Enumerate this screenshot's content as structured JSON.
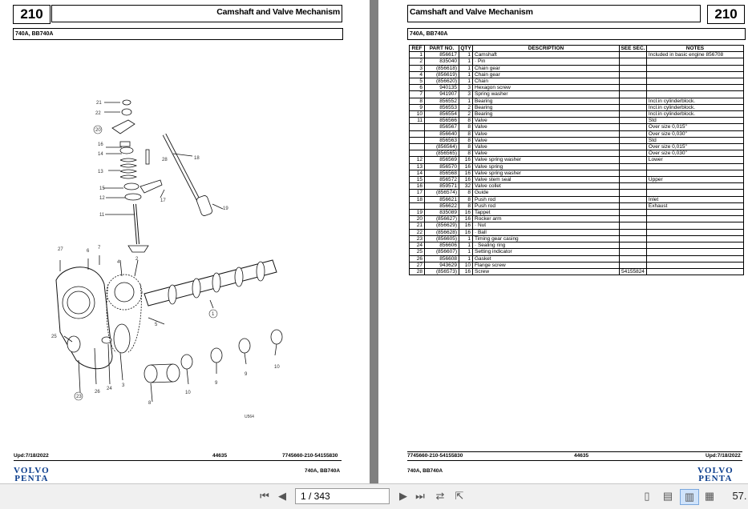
{
  "left_page": {
    "page_number": "210",
    "title": "Camshaft and Valve Mechanism",
    "model": "740A, BB740A",
    "footer_upd": "Upd:7/18/2022",
    "footer_num": "44635",
    "footer_code": "7745660-210-54155830",
    "footer_model": "740A, BB740A",
    "logo_line1": "VOLVO",
    "logo_line2": "PENTA",
    "diagram_code": "U564",
    "callouts": [
      "21",
      "22",
      "20",
      "16",
      "14",
      "28",
      "18",
      "13",
      "15",
      "17",
      "12",
      "11",
      "19",
      "27",
      "6",
      "7",
      "4",
      "2",
      "1",
      "5",
      "25",
      "26",
      "24",
      "3",
      "23",
      "8",
      "10",
      "9",
      "9",
      "10"
    ]
  },
  "right_page": {
    "page_number": "210",
    "title": "Camshaft and Valve Mechanism",
    "model": "740A, BB740A",
    "footer_code": "7745660-210-54155830",
    "footer_num": "44635",
    "footer_upd": "Upd:7/18/2022",
    "footer_model": "740A, BB740A",
    "logo_line1": "VOLVO",
    "logo_line2": "PENTA",
    "table_headers": [
      "REF",
      "PART NO.",
      "QTY",
      "DESCRIPTION",
      "SEE SEC.",
      "NOTES"
    ],
    "rows": [
      [
        "1",
        "856617",
        "1",
        "Camshaft",
        "",
        "Included in basic engine 856708"
      ],
      [
        "2",
        "835040",
        "1",
        "· Pin",
        "",
        ""
      ],
      [
        "3",
        "(856618)",
        "1",
        "Chain gear",
        "",
        ""
      ],
      [
        "4",
        "(856619)",
        "1",
        "Chain gear",
        "",
        ""
      ],
      [
        "5",
        "(856620)",
        "1",
        "Chain",
        "",
        ""
      ],
      [
        "6",
        "940135",
        "3",
        "Hexagon screw",
        "",
        ""
      ],
      [
        "7",
        "941907",
        "3",
        "Spring washer",
        "",
        ""
      ],
      [
        "8",
        "856552",
        "1",
        "Bearing",
        "",
        "Incl.in cylinderblock."
      ],
      [
        "9",
        "856553",
        "2",
        "Bearing",
        "",
        "Incl.in cylinderblock."
      ],
      [
        "10",
        "856554",
        "2",
        "Bearing",
        "",
        "Incl.in cylinderblock."
      ],
      [
        "11",
        "856566",
        "8",
        "Valve",
        "",
        "Std"
      ],
      [
        "",
        "856567",
        "8",
        "Valve",
        "",
        "Over size 0,015\""
      ],
      [
        "",
        "856640",
        "8",
        "Valve",
        "",
        "Over size 0,030\""
      ],
      [
        "",
        "856563",
        "8",
        "Valve",
        "",
        "Std"
      ],
      [
        "",
        "(856564)",
        "8",
        "Valve",
        "",
        "Over size 0,015\""
      ],
      [
        "",
        "(856565)",
        "8",
        "Valve",
        "",
        "Over size 0,030\""
      ],
      [
        "12",
        "856569",
        "16",
        "Valve spring washer",
        "",
        "Lower"
      ],
      [
        "13",
        "856570",
        "16",
        "Valve spring",
        "",
        ""
      ],
      [
        "14",
        "856568",
        "16",
        "Valve spring washer",
        "",
        ""
      ],
      [
        "15",
        "856572",
        "16",
        "Valve stem seal",
        "",
        "Upper"
      ],
      [
        "16",
        "859571",
        "32",
        "Valve collet",
        "",
        ""
      ],
      [
        "17",
        "(856574)",
        "8",
        "Guide",
        "",
        ""
      ],
      [
        "18",
        "856621",
        "8",
        "Push rod",
        "",
        "Inlet"
      ],
      [
        "",
        "856622",
        "8",
        "Push rod",
        "",
        "Exhaust"
      ],
      [
        "19",
        "835089",
        "16",
        "Tappet",
        "",
        ""
      ],
      [
        "20",
        "(856627)",
        "16",
        "Rocker arm",
        "",
        ""
      ],
      [
        "21",
        "(856629)",
        "16",
        "· Nut",
        "",
        ""
      ],
      [
        "22",
        "(856628)",
        "16",
        "· Ball",
        "",
        ""
      ],
      [
        "23",
        "(856605)",
        "1",
        "Timing gear casing",
        "",
        ""
      ],
      [
        "24",
        "856606",
        "1",
        "· Sealing ring",
        "",
        ""
      ],
      [
        "25",
        "(856607)",
        "1",
        "Setting indicator",
        "",
        ""
      ],
      [
        "26",
        "856608",
        "1",
        "Gasket",
        "",
        ""
      ],
      [
        "27",
        "943629",
        "10",
        "Flange screw",
        "",
        ""
      ],
      [
        "28",
        "(856573)",
        "16",
        "Screw",
        "54155824",
        ""
      ]
    ]
  },
  "toolbar": {
    "page_value": "1 / 343",
    "zoom_text": "57."
  }
}
